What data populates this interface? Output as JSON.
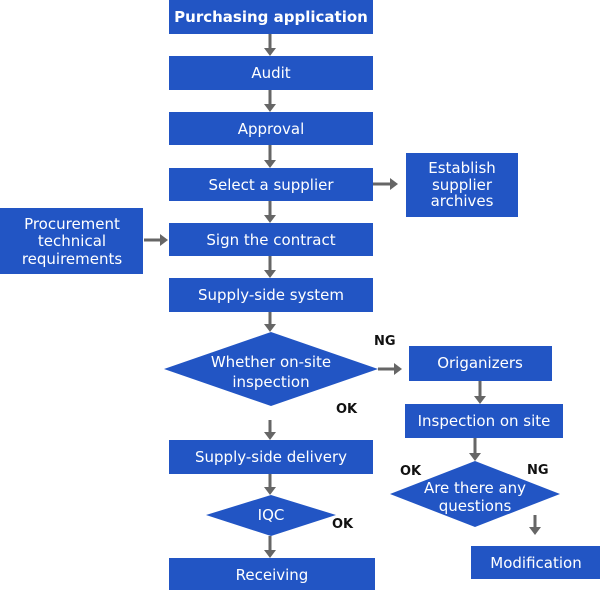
{
  "colors": {
    "box": "#2255c4",
    "box_text": "#ffffff",
    "connector": "#666666",
    "tag_text": "#111111"
  },
  "nodes": {
    "purchasing_application": "Purchasing application",
    "audit": "Audit",
    "approval": "Approval",
    "select_supplier": "Select a supplier",
    "establish_archives": [
      "Establish",
      "supplier",
      "archives"
    ],
    "procurement_requirements": [
      "Procurement",
      "technical",
      "requirements"
    ],
    "sign_contract": "Sign the contract",
    "supply_side_system": "Supply-side system",
    "onsite_decision": [
      "Whether on-site",
      "inspection"
    ],
    "organizers": "Origanizers",
    "inspection_on_site": "Inspection on site",
    "questions_decision": [
      "Are there any",
      "questions"
    ],
    "supply_side_delivery": "Supply-side delivery",
    "iqc": "IQC",
    "modification": "Modification",
    "receiving": "Receiving"
  },
  "tags": {
    "onsite_ng": "NG",
    "onsite_ok": "OK",
    "questions_ok": "OK",
    "questions_ng": "NG",
    "iqc_ok": "OK"
  }
}
